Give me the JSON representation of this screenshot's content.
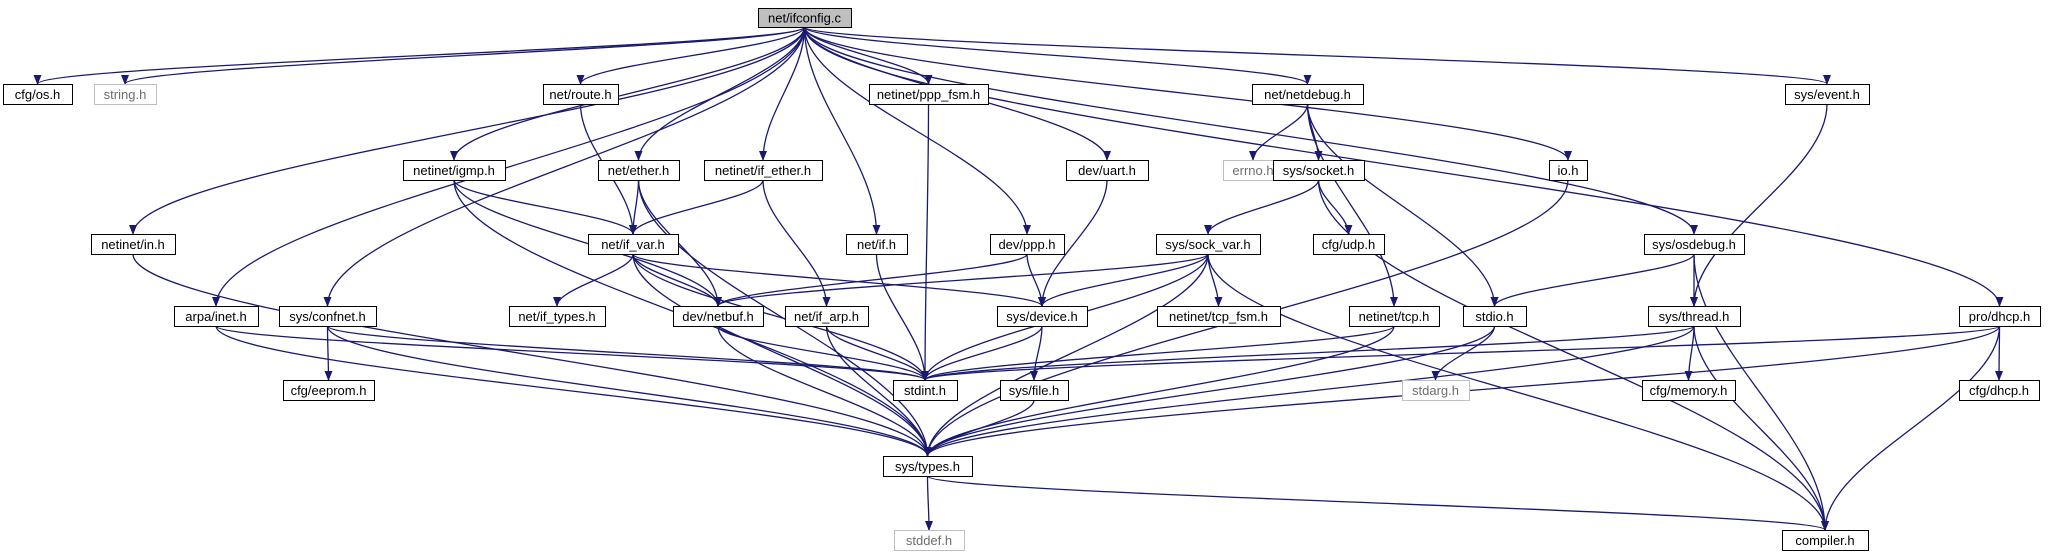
{
  "colors": {
    "edge": "#191970",
    "node_border": "#000000",
    "node_border_external": "#bfbfbf",
    "root_fill": "#bfbfbf",
    "background": "#ffffff"
  },
  "nodes": {
    "ifconfig_c": {
      "label": "net/ifconfig.c",
      "role": "root"
    },
    "cfg_os_h": {
      "label": "cfg/os.h"
    },
    "string_h": {
      "label": "string.h",
      "role": "external"
    },
    "net_route_h": {
      "label": "net/route.h"
    },
    "netinet_ppp_fsm_h": {
      "label": "netinet/ppp_fsm.h"
    },
    "net_netdebug_h": {
      "label": "net/netdebug.h"
    },
    "sys_event_h": {
      "label": "sys/event.h"
    },
    "netinet_igmp_h": {
      "label": "netinet/igmp.h"
    },
    "net_ether_h": {
      "label": "net/ether.h"
    },
    "netinet_if_ether_h": {
      "label": "netinet/if_ether.h"
    },
    "dev_uart_h": {
      "label": "dev/uart.h"
    },
    "errno_h": {
      "label": "errno.h",
      "role": "external"
    },
    "sys_socket_h": {
      "label": "sys/socket.h"
    },
    "io_h": {
      "label": "io.h"
    },
    "netinet_in_h": {
      "label": "netinet/in.h"
    },
    "net_if_var_h": {
      "label": "net/if_var.h"
    },
    "net_if_h": {
      "label": "net/if.h"
    },
    "dev_ppp_h": {
      "label": "dev/ppp.h"
    },
    "sys_sock_var_h": {
      "label": "sys/sock_var.h"
    },
    "cfg_udp_h": {
      "label": "cfg/udp.h"
    },
    "sys_osdebug_h": {
      "label": "sys/osdebug.h"
    },
    "arpa_inet_h": {
      "label": "arpa/inet.h"
    },
    "sys_confnet_h": {
      "label": "sys/confnet.h"
    },
    "net_if_types_h": {
      "label": "net/if_types.h"
    },
    "dev_netbuf_h": {
      "label": "dev/netbuf.h"
    },
    "net_if_arp_h": {
      "label": "net/if_arp.h"
    },
    "sys_device_h": {
      "label": "sys/device.h"
    },
    "netinet_tcp_fsm_h": {
      "label": "netinet/tcp_fsm.h"
    },
    "netinet_tcp_h": {
      "label": "netinet/tcp.h"
    },
    "stdio_h": {
      "label": "stdio.h"
    },
    "sys_thread_h": {
      "label": "sys/thread.h"
    },
    "pro_dhcp_h": {
      "label": "pro/dhcp.h"
    },
    "cfg_eeprom_h": {
      "label": "cfg/eeprom.h"
    },
    "stdint_h": {
      "label": "stdint.h"
    },
    "sys_file_h": {
      "label": "sys/file.h"
    },
    "stdarg_h": {
      "label": "stdarg.h",
      "role": "external"
    },
    "cfg_memory_h": {
      "label": "cfg/memory.h"
    },
    "cfg_dhcp_h": {
      "label": "cfg/dhcp.h"
    },
    "sys_types_h": {
      "label": "sys/types.h"
    },
    "stddef_h": {
      "label": "stddef.h",
      "role": "external"
    },
    "compiler_h": {
      "label": "compiler.h"
    }
  },
  "edges": [
    [
      "ifconfig_c",
      "cfg_os_h"
    ],
    [
      "ifconfig_c",
      "string_h"
    ],
    [
      "ifconfig_c",
      "net_route_h"
    ],
    [
      "ifconfig_c",
      "netinet_ppp_fsm_h"
    ],
    [
      "ifconfig_c",
      "net_netdebug_h"
    ],
    [
      "ifconfig_c",
      "sys_event_h"
    ],
    [
      "ifconfig_c",
      "netinet_igmp_h"
    ],
    [
      "ifconfig_c",
      "net_ether_h"
    ],
    [
      "ifconfig_c",
      "netinet_if_ether_h"
    ],
    [
      "ifconfig_c",
      "dev_uart_h"
    ],
    [
      "ifconfig_c",
      "io_h"
    ],
    [
      "ifconfig_c",
      "netinet_in_h"
    ],
    [
      "ifconfig_c",
      "net_if_h"
    ],
    [
      "ifconfig_c",
      "dev_ppp_h"
    ],
    [
      "ifconfig_c",
      "sys_osdebug_h"
    ],
    [
      "ifconfig_c",
      "arpa_inet_h"
    ],
    [
      "ifconfig_c",
      "sys_confnet_h"
    ],
    [
      "ifconfig_c",
      "pro_dhcp_h"
    ],
    [
      "net_route_h",
      "net_if_var_h"
    ],
    [
      "netinet_ppp_fsm_h",
      "stdint_h"
    ],
    [
      "net_netdebug_h",
      "errno_h"
    ],
    [
      "net_netdebug_h",
      "sys_socket_h"
    ],
    [
      "net_netdebug_h",
      "netinet_tcp_h"
    ],
    [
      "net_netdebug_h",
      "stdio_h"
    ],
    [
      "sys_event_h",
      "sys_thread_h"
    ],
    [
      "netinet_igmp_h",
      "net_if_var_h"
    ],
    [
      "netinet_igmp_h",
      "dev_netbuf_h"
    ],
    [
      "netinet_igmp_h",
      "sys_types_h"
    ],
    [
      "net_ether_h",
      "net_if_var_h"
    ],
    [
      "net_ether_h",
      "dev_netbuf_h"
    ],
    [
      "net_ether_h",
      "sys_types_h"
    ],
    [
      "netinet_if_ether_h",
      "net_if_var_h"
    ],
    [
      "netinet_if_ether_h",
      "net_if_arp_h"
    ],
    [
      "dev_uart_h",
      "sys_device_h"
    ],
    [
      "sys_socket_h",
      "sys_sock_var_h"
    ],
    [
      "sys_socket_h",
      "cfg_udp_h"
    ],
    [
      "sys_socket_h",
      "compiler_h"
    ],
    [
      "io_h",
      "sys_types_h"
    ],
    [
      "netinet_in_h",
      "sys_types_h"
    ],
    [
      "net_if_var_h",
      "net_if_types_h"
    ],
    [
      "net_if_var_h",
      "dev_netbuf_h"
    ],
    [
      "net_if_var_h",
      "sys_device_h"
    ],
    [
      "net_if_var_h",
      "stdint_h"
    ],
    [
      "net_if_var_h",
      "sys_types_h"
    ],
    [
      "net_if_h",
      "stdint_h"
    ],
    [
      "dev_ppp_h",
      "dev_netbuf_h"
    ],
    [
      "dev_ppp_h",
      "sys_device_h"
    ],
    [
      "sys_sock_var_h",
      "dev_netbuf_h"
    ],
    [
      "sys_sock_var_h",
      "sys_device_h"
    ],
    [
      "sys_sock_var_h",
      "netinet_tcp_fsm_h"
    ],
    [
      "sys_sock_var_h",
      "stdint_h"
    ],
    [
      "sys_sock_var_h",
      "sys_types_h"
    ],
    [
      "sys_sock_var_h",
      "compiler_h"
    ],
    [
      "sys_osdebug_h",
      "stdio_h"
    ],
    [
      "sys_osdebug_h",
      "sys_thread_h"
    ],
    [
      "sys_osdebug_h",
      "compiler_h"
    ],
    [
      "arpa_inet_h",
      "stdint_h"
    ],
    [
      "arpa_inet_h",
      "sys_types_h"
    ],
    [
      "sys_confnet_h",
      "cfg_eeprom_h"
    ],
    [
      "sys_confnet_h",
      "stdint_h"
    ],
    [
      "sys_confnet_h",
      "sys_types_h"
    ],
    [
      "dev_netbuf_h",
      "stdint_h"
    ],
    [
      "dev_netbuf_h",
      "sys_types_h"
    ],
    [
      "net_if_arp_h",
      "stdint_h"
    ],
    [
      "net_if_arp_h",
      "sys_types_h"
    ],
    [
      "sys_device_h",
      "stdint_h"
    ],
    [
      "sys_device_h",
      "sys_file_h"
    ],
    [
      "netinet_tcp_h",
      "stdint_h"
    ],
    [
      "netinet_tcp_h",
      "sys_types_h"
    ],
    [
      "stdio_h",
      "stdarg_h"
    ],
    [
      "stdio_h",
      "sys_types_h"
    ],
    [
      "sys_thread_h",
      "stdint_h"
    ],
    [
      "sys_thread_h",
      "cfg_memory_h"
    ],
    [
      "sys_thread_h",
      "sys_types_h"
    ],
    [
      "sys_thread_h",
      "compiler_h"
    ],
    [
      "pro_dhcp_h",
      "stdint_h"
    ],
    [
      "pro_dhcp_h",
      "cfg_dhcp_h"
    ],
    [
      "pro_dhcp_h",
      "sys_types_h"
    ],
    [
      "pro_dhcp_h",
      "compiler_h"
    ],
    [
      "sys_file_h",
      "sys_types_h"
    ],
    [
      "sys_types_h",
      "stddef_h"
    ],
    [
      "sys_types_h",
      "compiler_h"
    ]
  ]
}
